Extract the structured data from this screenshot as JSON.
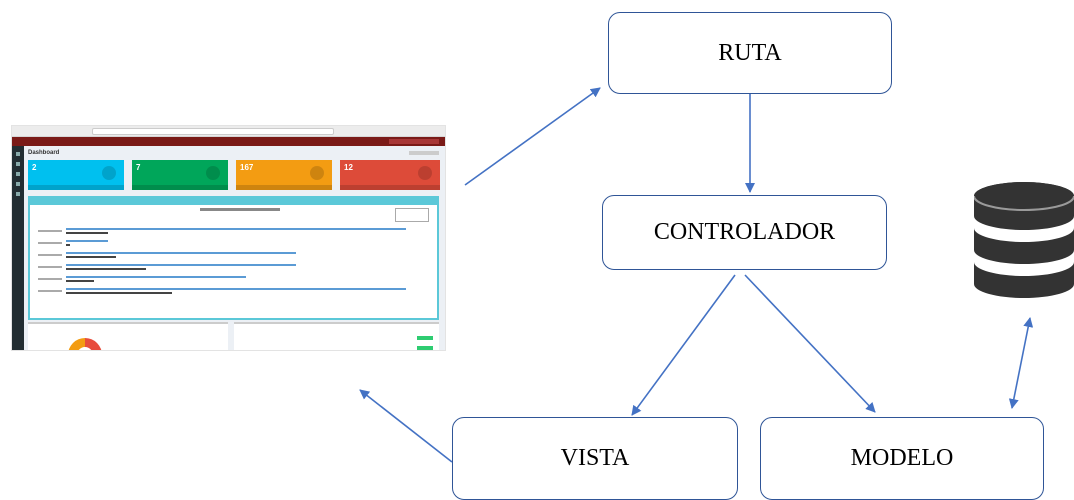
{
  "nodes": {
    "ruta": "RUTA",
    "controlador": "CONTROLADOR",
    "vista": "VISTA",
    "modelo": "MODELO"
  },
  "screenshot": {
    "page_title": "Dashboard",
    "cards": [
      {
        "value": "2",
        "color": "#00c0ef"
      },
      {
        "value": "7",
        "color": "#00a65a"
      },
      {
        "value": "167",
        "color": "#f39c12"
      },
      {
        "value": "12",
        "color": "#dd4b39"
      }
    ]
  },
  "colors": {
    "arrow": "#4472c4",
    "box_border": "#2f5597",
    "database": "#333333"
  },
  "icons": {
    "database": "database-icon"
  }
}
